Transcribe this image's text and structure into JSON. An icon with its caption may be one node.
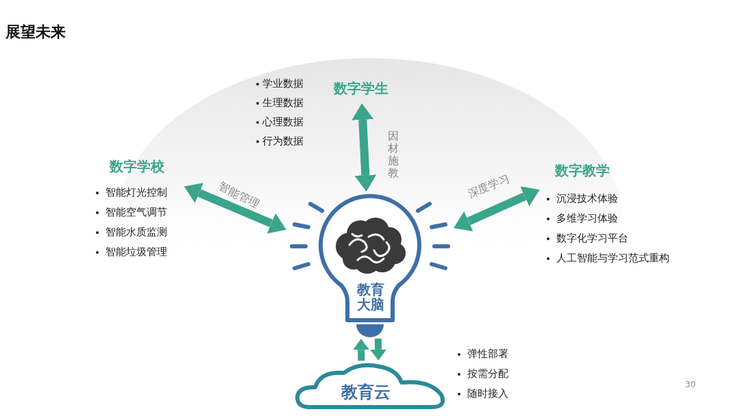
{
  "diagram": {
    "title": "展望未来",
    "nodes": [
      {
        "text": [
          "数字学生"
        ],
        "beside": [
          "学业数据",
          "生理数据",
          "心理数据",
          "行为数据"
        ]
      },
      {
        "text": [
          "数字学校"
        ],
        "beside": [
          "智能灯光控制",
          "智能空气调节",
          "智能水质监测",
          "智能垃圾管理"
        ]
      },
      {
        "text": [
          "数字教学"
        ],
        "beside": [
          "沉浸技术体验",
          "多维学习体验",
          "数字化学习平台",
          "人工智能与学习范式重构"
        ]
      },
      {
        "text": [
          "教育大脑"
        ]
      },
      {
        "text": [
          "教育云"
        ],
        "beside": [
          "弹性部署",
          "按需分配",
          "随时接入"
        ]
      }
    ],
    "edges": [
      {
        "from": 0,
        "to": 3,
        "arrow": "both",
        "label": "因材施教"
      },
      {
        "from": 1,
        "to": 3,
        "arrow": "both",
        "label": "智能管理"
      },
      {
        "from": 2,
        "to": 3,
        "arrow": "both",
        "label": "深度学习"
      },
      {
        "from": 4,
        "to": 3,
        "arrow": "to"
      },
      {
        "from": 3,
        "to": 4,
        "arrow": "to"
      }
    ],
    "labels": [
      "30"
    ]
  }
}
